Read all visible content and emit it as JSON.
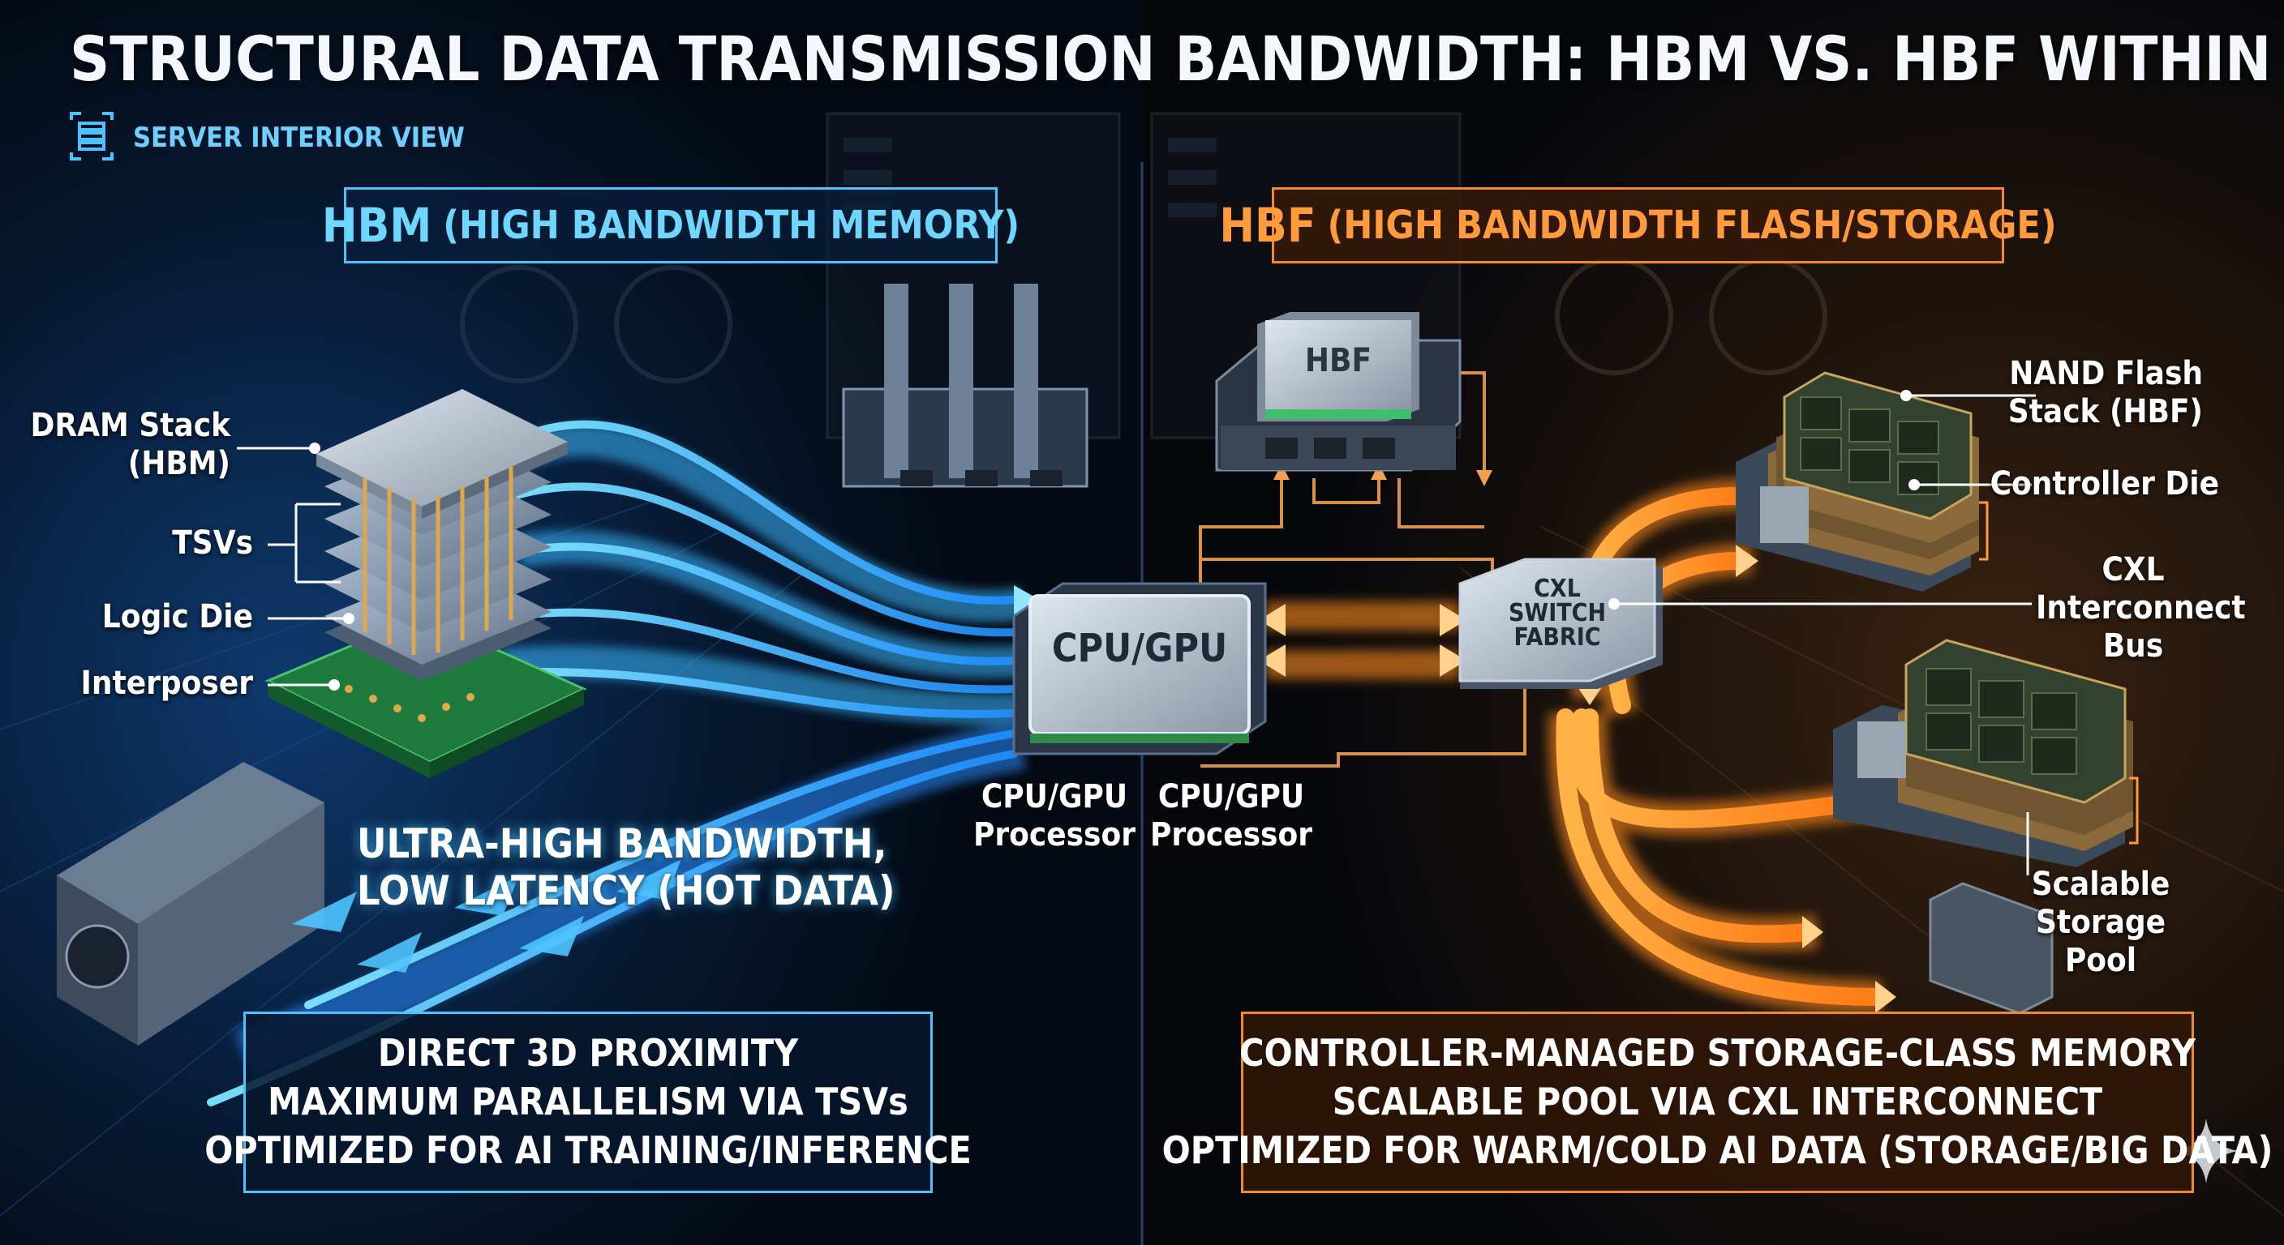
{
  "title": "STRUCTURAL DATA TRANSMISSION BANDWIDTH: HBM VS. HBF WITHIN A SERVER",
  "subtitle": "SERVER INTERIOR VIEW",
  "hbm": {
    "heading_abbr": "HBM",
    "heading_full": "(HIGH BANDWIDTH MEMORY)",
    "labels": {
      "dram_stack": "DRAM Stack\n(HBM)",
      "tsvs": "TSVs",
      "logic_die": "Logic Die",
      "interposer": "Interposer"
    },
    "hot_data": "ULTRA-HIGH BANDWIDTH,\nLOW LATENCY (HOT DATA)",
    "bottom_lines": [
      "DIRECT 3D PROXIMITY",
      "MAXIMUM PARALLELISM VIA TSVs",
      "OPTIMIZED FOR AI TRAINING/INFERENCE"
    ]
  },
  "center": {
    "chip_label": "CPU/GPU",
    "processor_left": "CPU/GPU\nProcessor",
    "processor_right": "CPU/GPU\nProcessor"
  },
  "hbf": {
    "heading_abbr": "HBF",
    "heading_full": "(HIGH BANDWIDTH FLASH/STORAGE)",
    "module_label": "HBF",
    "switch_label": "CXL\nSWITCH\nFABRIC",
    "labels": {
      "nand_flash": "NAND Flash\nStack (HBF)",
      "controller_die": "Controller Die",
      "cxl_bus": "CXL\nInterconnect\nBus",
      "storage_pool": "Scalable\nStorage\nPool"
    },
    "bottom_lines": [
      "CONTROLLER-MANAGED STORAGE-CLASS MEMORY",
      "SCALABLE POOL VIA CXL INTERCONNECT",
      "OPTIMIZED FOR WARM/COLD AI DATA (STORAGE/BIG DATA)"
    ]
  },
  "colors": {
    "hbm_accent": "#4cc3ff",
    "hbf_accent": "#f08a2c",
    "background": "#050b16"
  }
}
